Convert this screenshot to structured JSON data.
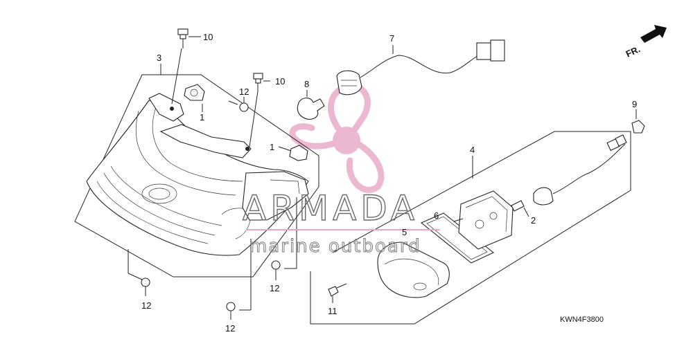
{
  "callouts": [
    {
      "id": "c1a",
      "text": "1"
    },
    {
      "id": "c1b",
      "text": "1"
    },
    {
      "id": "c2",
      "text": "2"
    },
    {
      "id": "c3",
      "text": "3"
    },
    {
      "id": "c4",
      "text": "4"
    },
    {
      "id": "c5",
      "text": "5"
    },
    {
      "id": "c6",
      "text": "6"
    },
    {
      "id": "c7",
      "text": "7"
    },
    {
      "id": "c8",
      "text": "8"
    },
    {
      "id": "c9",
      "text": "9"
    },
    {
      "id": "c10a",
      "text": "10"
    },
    {
      "id": "c10b",
      "text": "10"
    },
    {
      "id": "c11",
      "text": "11"
    },
    {
      "id": "c12a",
      "text": "12"
    },
    {
      "id": "c12b",
      "text": "12"
    },
    {
      "id": "c12c",
      "text": "12"
    },
    {
      "id": "c12d",
      "text": "12"
    }
  ],
  "direction_label": "FR.",
  "diagram_code": "KWN4F3800",
  "watermark": {
    "title": "ARMADA",
    "subtitle": "marine outboard"
  },
  "colors": {
    "watermark_pink": "#e8a7c6",
    "line": "#222222"
  }
}
